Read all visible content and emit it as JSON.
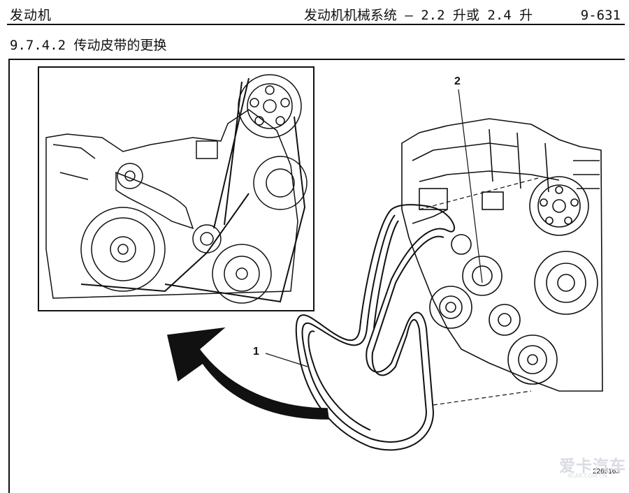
{
  "header": {
    "left_title": "发动机",
    "right_title": "发动机机械系统 – 2.2 升或 2.4 升",
    "page_number": "9-631"
  },
  "section": {
    "number": "9.7.4.2",
    "title": "传动皮带的更换"
  },
  "figure": {
    "callouts": [
      "1",
      "2"
    ],
    "figure_id": "2265163"
  },
  "watermark": {
    "text": "爱卡汽车",
    "sub": "XCAR.COM.CN"
  }
}
